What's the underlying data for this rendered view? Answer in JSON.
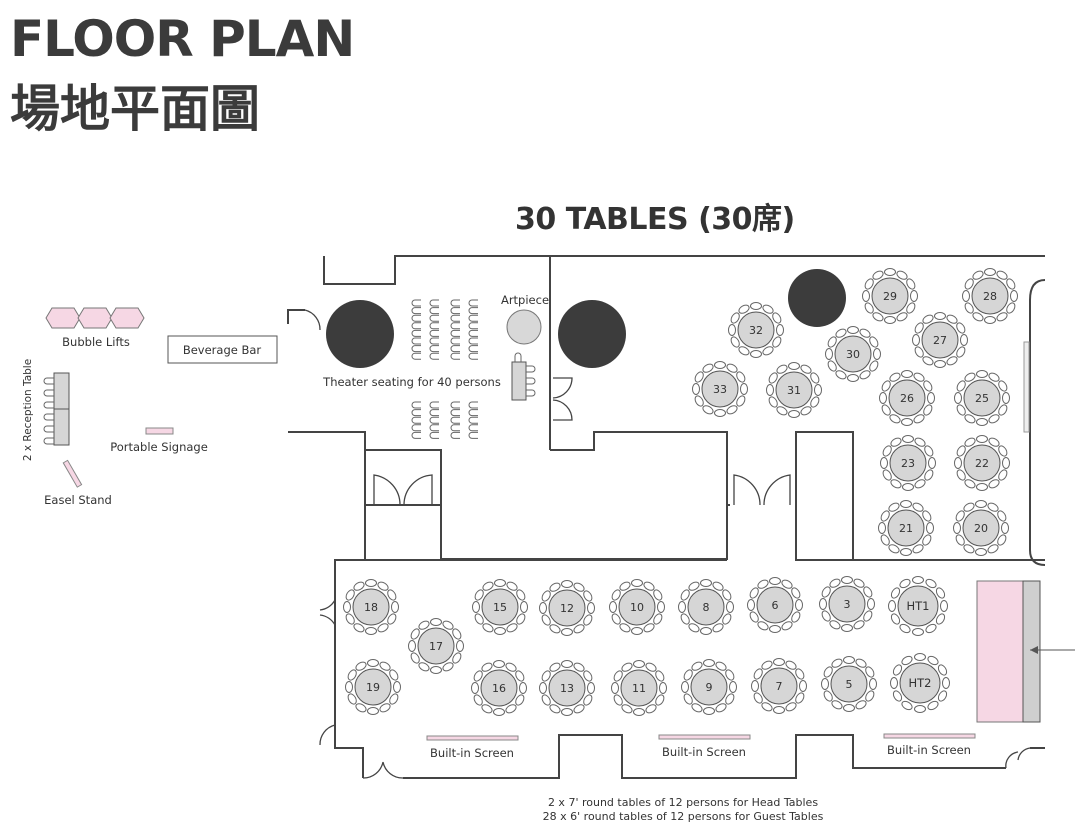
{
  "title": "FLOOR PLAN",
  "subtitle": "場地平面圖",
  "heading": "30 TABLES (30席)",
  "labels": {
    "bubble_lifts": "Bubble Lifts",
    "beverage_bar": "Beverage Bar",
    "reception_table": "2 x Reception Table",
    "portable_signage": "Portable Signage",
    "easel_stand": "Easel Stand",
    "artpiece": "Artpiece",
    "theater_seating": "Theater seating for 40 persons",
    "screen1": "Built-in Screen",
    "screen2": "Built-in Screen",
    "screen3": "Built-in Screen"
  },
  "footnote": {
    "line1": "2 x 7' round tables of 12 persons for Head Tables",
    "line2": "28 x 6' round tables of 12 persons for Guest Tables"
  },
  "tables": [
    "29",
    "28",
    "32",
    "30",
    "27",
    "33",
    "31",
    "26",
    "25",
    "23",
    "22",
    "21",
    "20",
    "18",
    "15",
    "12",
    "10",
    "8",
    "6",
    "3",
    "HT1",
    "17",
    "19",
    "16",
    "13",
    "11",
    "9",
    "7",
    "5",
    "HT2"
  ]
}
